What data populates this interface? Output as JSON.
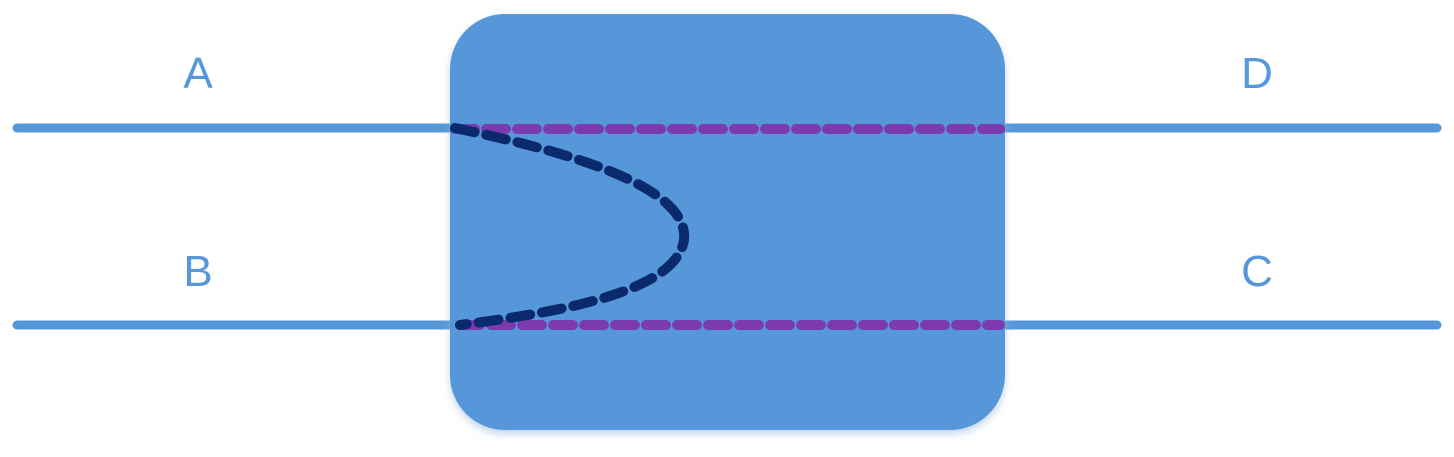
{
  "labels": {
    "top_left": "A",
    "bottom_left": "B",
    "top_right": "D",
    "bottom_right": "C"
  },
  "colors": {
    "line": "#5597d8",
    "box": "#5597d8",
    "through_path": "#7c3ab0",
    "coupled_path": "#0b2a6e",
    "label": "#5597d8"
  }
}
